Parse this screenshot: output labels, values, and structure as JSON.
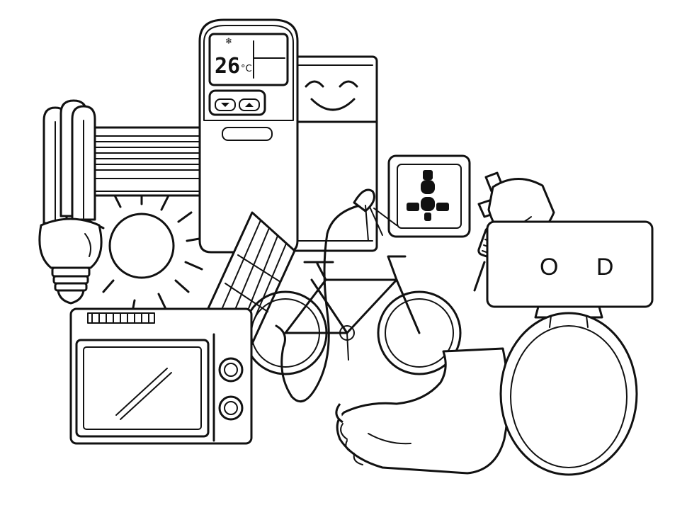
{
  "remote_control": {
    "temperature": "26",
    "unit": "°C",
    "mode_icon": "snowflake-icon"
  },
  "toilet_tank": {
    "button_label": "O D"
  },
  "items": [
    "cfl-bulb-icon",
    "sun-icon",
    "air-conditioner-icon",
    "remote-control-icon",
    "refrigerator-icon",
    "power-socket-icon",
    "power-plug-icon",
    "solar-panel-icon",
    "bicycle-icon",
    "shower-head-icon",
    "microwave-icon",
    "foot-icon",
    "toilet-icon"
  ]
}
